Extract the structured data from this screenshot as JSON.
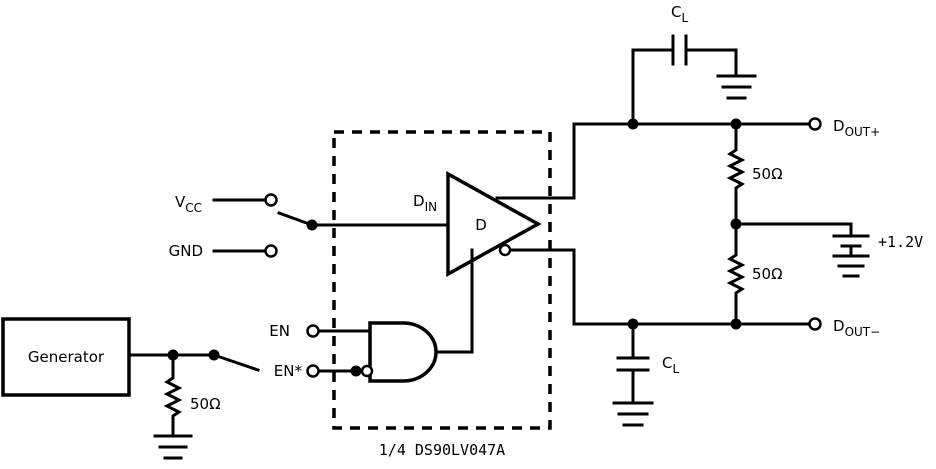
{
  "labels": {
    "vcc": "V",
    "vcc_sub": "CC",
    "gnd": "GND",
    "din": "D",
    "din_sub": "IN",
    "driver": "D",
    "en": "EN",
    "en_star": "EN*",
    "generator": "Generator",
    "r_gen": "50Ω",
    "r_top": "50Ω",
    "r_bot": "50Ω",
    "cl": "C",
    "cl_sub": "L",
    "dout_plus": "D",
    "dout_plus_sub": "OUT+",
    "dout_minus": "D",
    "dout_minus_sub": "OUT−",
    "vbias": "+1.2V",
    "chip": "1/4 DS90LV047A"
  }
}
